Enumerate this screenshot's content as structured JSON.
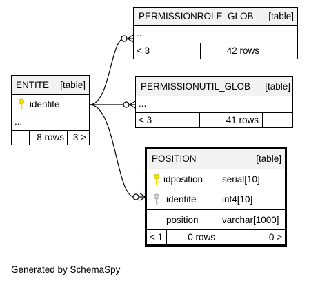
{
  "footer": {
    "text": "Generated by SchemaSpy"
  },
  "colors": {
    "primary_key": "#f2e000",
    "foreign_key": "#b8b8b8",
    "header_bg": "#f2f2f2"
  },
  "tables": {
    "permissionrole": {
      "name": "PERMISSIONROLE_GLOB",
      "tag": "[table]",
      "ellipsis": "...",
      "parents": "< 3",
      "rows": "42 rows"
    },
    "entite": {
      "name": "ENTITE",
      "tag": "[table]",
      "columns": [
        {
          "name": "identite",
          "key": "key-icon"
        }
      ],
      "ellipsis": "...",
      "rows": "8 rows",
      "children": "3 >"
    },
    "permissionutil": {
      "name": "PERMISSIONUTIL_GLOB",
      "tag": "[table]",
      "ellipsis": "...",
      "parents": "< 3",
      "rows": "41 rows"
    },
    "position": {
      "name": "POSITION",
      "tag": "[table]",
      "columns": [
        {
          "name": "idposition",
          "type": "serial[10]",
          "key": "key-icon"
        },
        {
          "name": "identite",
          "type": "int4[10]",
          "key": "key-icon"
        },
        {
          "name": "position",
          "type": "varchar[1000]"
        }
      ],
      "parents": "< 1",
      "rows": "0 rows",
      "children": "0 >"
    }
  }
}
